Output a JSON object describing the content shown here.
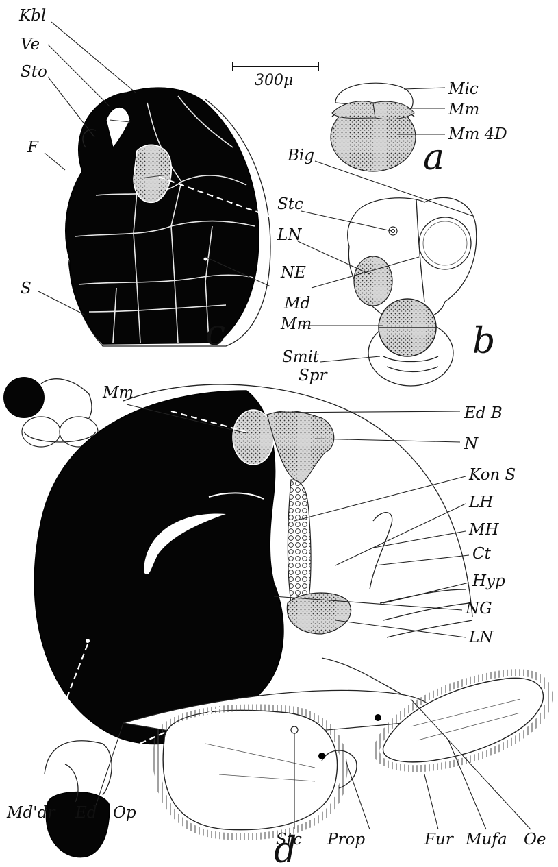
{
  "scale_bar": {
    "label": "300μ"
  },
  "panels": {
    "a": {
      "letter": "a",
      "labels": [
        "Mic",
        "Mm",
        "Mm 4D"
      ]
    },
    "b": {
      "letter": "b",
      "labels": [
        "Big",
        "Stc",
        "LN",
        "NE",
        "Md",
        "Mm",
        "Smit",
        "Spr"
      ]
    },
    "c": {
      "letter": "c",
      "labels": [
        "Kbl",
        "Ve",
        "Sto",
        "F",
        "S"
      ]
    },
    "d": {
      "letter": "d",
      "right_labels": [
        "Ed B",
        "N",
        "Kon S",
        "LH",
        "MH",
        "Ct",
        "Hyp",
        "NG",
        "LN"
      ],
      "bottom_labels": [
        "Md'dr",
        "Ed",
        "Op",
        "Stc",
        "Prop",
        "Fur",
        "Mufa",
        "Oe"
      ],
      "top_labels": [
        "Mm"
      ]
    }
  }
}
